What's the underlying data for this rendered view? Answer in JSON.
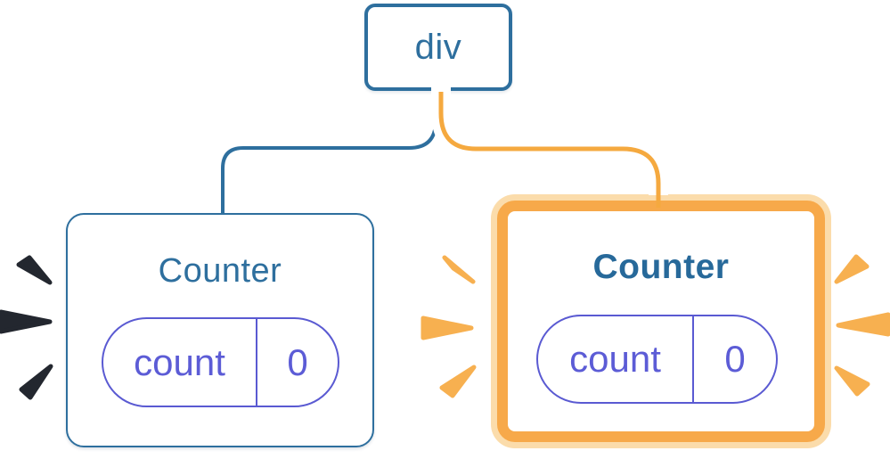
{
  "tree": {
    "root": {
      "label": "div"
    },
    "left_counter": {
      "title": "Counter",
      "state": {
        "key": "count",
        "value": "0"
      }
    },
    "right_counter": {
      "title": "Counter",
      "state": {
        "key": "count",
        "value": "0"
      }
    }
  },
  "colors": {
    "blue": "#2e6f9e",
    "title_right_blue": "#27699a",
    "purple": "#5c5cd6",
    "purple_border": "#5a5ad2",
    "orange_border": "#f7a94a",
    "orange_wire": "#f5a93f",
    "peach_halo": "#fbdcab",
    "sparkle": "#f7b050",
    "poof": "#23272f",
    "casing": "#ffffff",
    "background": "#ffffff"
  }
}
